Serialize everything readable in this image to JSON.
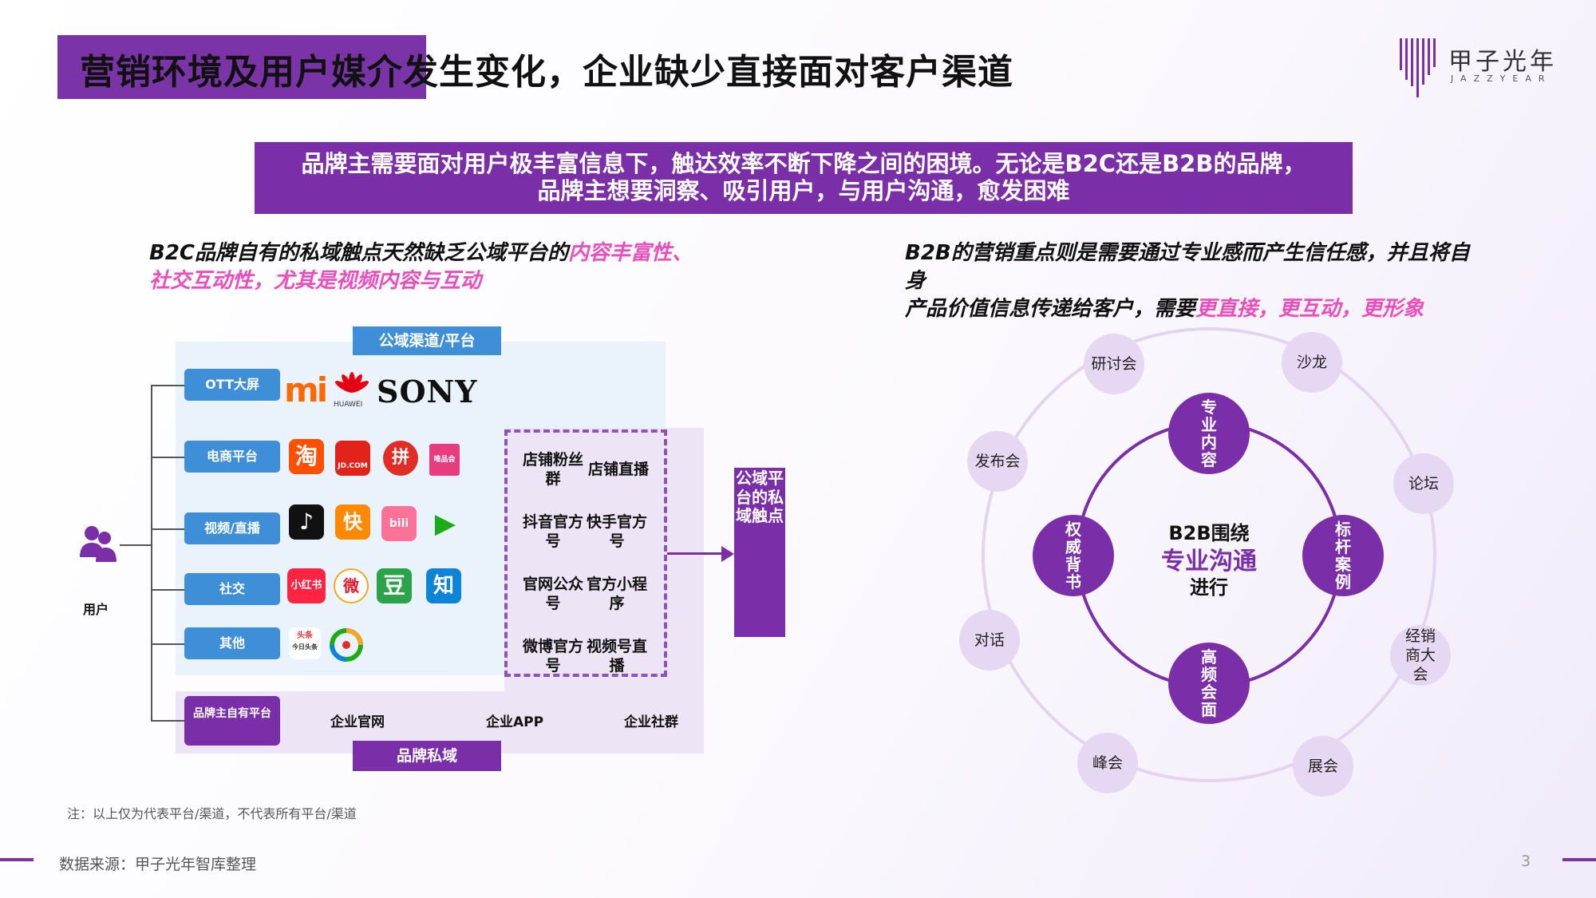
{
  "header": {
    "title": "营销环境及用户媒介发生变化，企业缺少直接面对客户渠道",
    "logo_cn": "甲子光年",
    "logo_en": "JAZZYEAR"
  },
  "banner": {
    "line1": "品牌主需要面对用户极丰富信息下，触达效率不断下降之间的困境。无论是B2C还是B2B的品牌，",
    "line2": "品牌主想要洞察、吸引用户，与用户沟通，愈发困难"
  },
  "left_subtitle": {
    "plain": "B2C品牌自有的私域触点天然缺乏公域平台的",
    "highlight1": "内容丰富性、",
    "highlight2": "社交互动性，尤其是视频内容与互动"
  },
  "right_subtitle": {
    "line1": "B2B的营销重点则是需要通过专业感而产生信任感，并且将自身",
    "plain2": "产品价值信息传递给客户，需要",
    "highlight": "更直接，更互动，更形象"
  },
  "left_diagram": {
    "public_label": "公域渠道/平台",
    "private_label": "品牌私域",
    "user_label": "用户",
    "categories": [
      "OTT大屏",
      "电商平台",
      "视频/直播",
      "社交",
      "其他"
    ],
    "own_category": "品牌主自有平台",
    "brands": {
      "mi": "mi",
      "huawei": "HUAWEI",
      "sony": "SONY"
    },
    "apps": {
      "taobao": "淘",
      "jd": "JD.COM",
      "pdd": "拼",
      "vip": "唯品会",
      "douyin": "♪",
      "kuaishou": "快",
      "bilibili": "bili",
      "tencent": "▶",
      "xhs": "小红书",
      "weibo": "微",
      "douban": "豆",
      "zhihu": "知",
      "toutiao": "头条",
      "toutiao_sub": "今日头条"
    },
    "channels": [
      "店铺粉丝群",
      "店铺直播",
      "抖音官方号",
      "快手官方号",
      "官网公众号",
      "官方小程序",
      "微博官方号",
      "视频号直播"
    ],
    "target": "公域平台的私域触点",
    "own_items": [
      "企业官网",
      "企业APP",
      "企业社群"
    ]
  },
  "right_diagram": {
    "center": {
      "line1": "B2B围绕",
      "line2": "专业沟通",
      "line3": "进行"
    },
    "pillars": [
      "专业内容",
      "标杆案例",
      "高频会面",
      "权威背书"
    ],
    "events": [
      "研讨会",
      "沙龙",
      "论坛",
      "经销商大会",
      "展会",
      "峰会",
      "对话",
      "发布会"
    ]
  },
  "footer": {
    "note": "注：以上仅为代表平台/渠道，不代表所有平台/渠道",
    "source": "数据来源：甲子光年智库整理",
    "page": "3"
  },
  "colors": {
    "brand_purple": "#7a2ea8",
    "accent_pink": "#e84fbd",
    "channel_blue": "#3f8fd8"
  }
}
